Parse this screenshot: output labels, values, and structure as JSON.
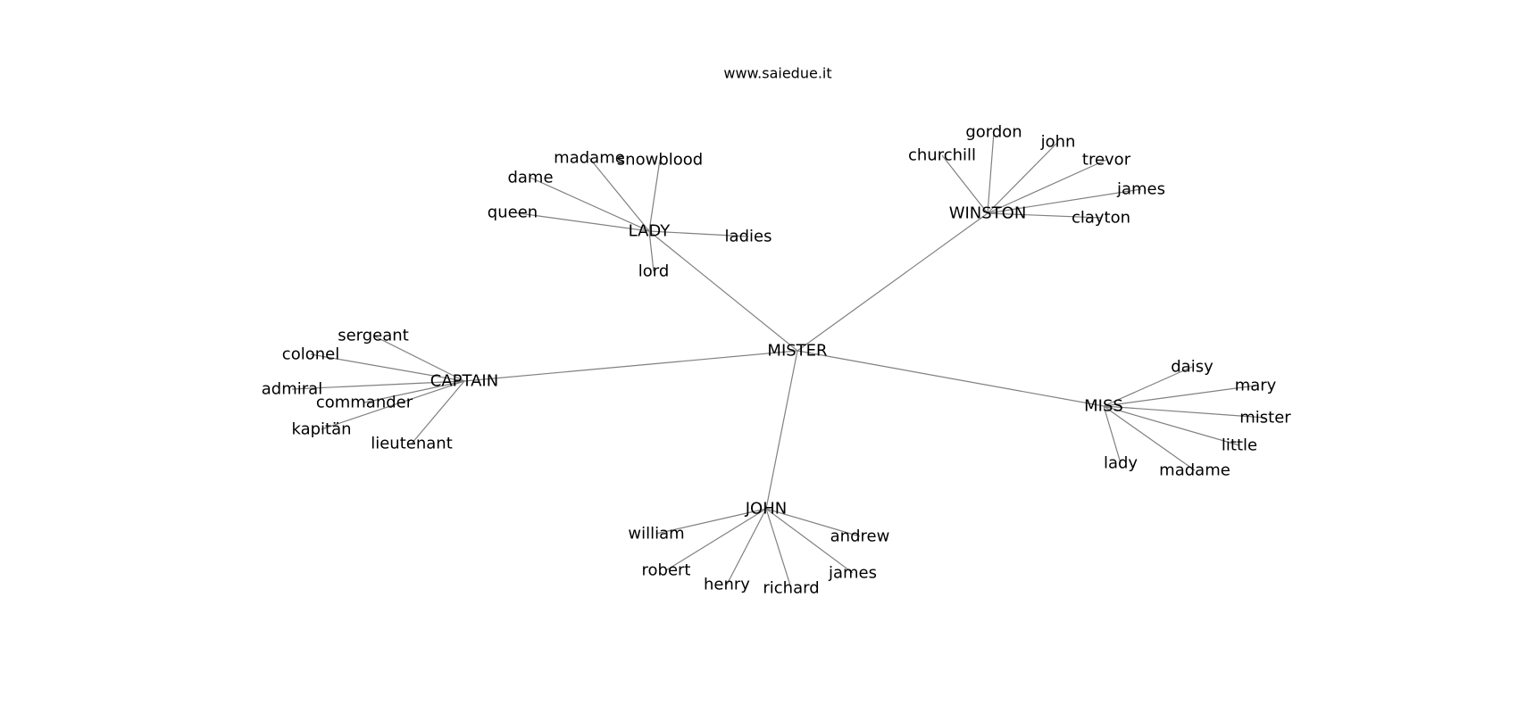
{
  "source": "www.saiedue.it",
  "graph": {
    "center": "MISTER",
    "hubs": [
      {
        "id": "LADY",
        "leaves": [
          "madame",
          "snowblood",
          "dame",
          "queen",
          "ladies",
          "lord"
        ]
      },
      {
        "id": "WINSTON",
        "leaves": [
          "gordon",
          "churchill",
          "john",
          "trevor",
          "james",
          "clayton"
        ]
      },
      {
        "id": "CAPTAIN",
        "leaves": [
          "sergeant",
          "colonel",
          "admiral",
          "commander",
          "kapitän",
          "lieutenant"
        ]
      },
      {
        "id": "MISS",
        "leaves": [
          "daisy",
          "mary",
          "mister",
          "little",
          "lady",
          "madame"
        ]
      },
      {
        "id": "JOHN",
        "leaves": [
          "william",
          "robert",
          "henry",
          "richard",
          "james",
          "andrew"
        ]
      }
    ]
  },
  "colors": {
    "edge": "#808080",
    "text": "#000000",
    "background": "#ffffff"
  }
}
